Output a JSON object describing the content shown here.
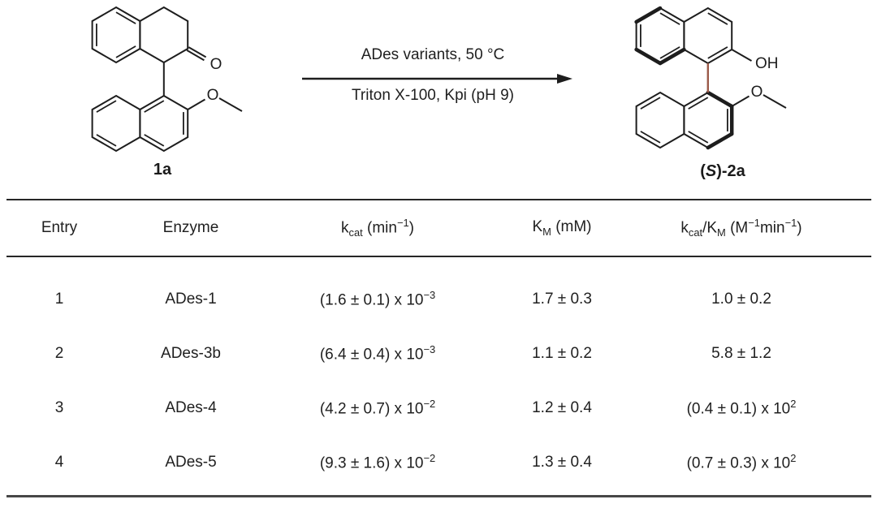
{
  "scheme": {
    "substrate": {
      "label": "1a",
      "ketone_o": "O",
      "methoxy_o": "O"
    },
    "arrow": {
      "above": "ADes variants, 50 °C",
      "below": "Triton X-100, Kpi (pH 9)"
    },
    "product": {
      "label": "(*{S})-2a",
      "hydroxyl": "OH",
      "methoxy_o": "O"
    }
  },
  "table": {
    "columns": [
      "Entry",
      "Enzyme",
      "k_{cat} (min^{−1})",
      "K_{M} (mM)",
      "k_{cat}/K_{M} (M^{−1}min^{−1})"
    ],
    "rows": [
      [
        "1",
        "ADes-1",
        "(1.6 ± 0.1) x 10^{−3}",
        "1.7 ± 0.3",
        "1.0 ± 0.2"
      ],
      [
        "2",
        "ADes-3b",
        "(6.4 ± 0.4) x 10^{−3}",
        "1.1 ± 0.2",
        "5.8 ± 1.2"
      ],
      [
        "3",
        "ADes-4",
        "(4.2 ± 0.7) x 10^{−2}",
        "1.2 ± 0.4",
        "(0.4 ± 0.1) x 10^{2}"
      ],
      [
        "4",
        "ADes-5",
        "(9.3 ± 1.6) x 10^{−2}",
        "1.3 ± 0.4",
        "(0.7 ± 0.3) x 10^{2}"
      ]
    ]
  },
  "colors": {
    "ink": "#1d1d1d",
    "axial_bond": "#9b5a49"
  }
}
